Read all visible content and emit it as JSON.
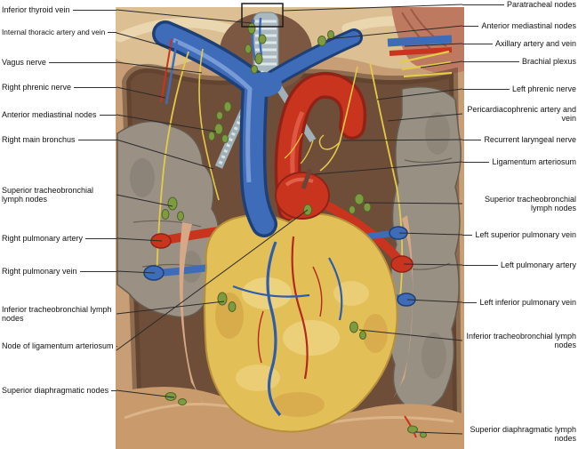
{
  "labels": {
    "left": [
      "Inferior thyroid vein",
      "Internal thoracic artery and vein",
      "Vagus nerve",
      "Right phrenic nerve",
      "Anterior mediastinal nodes",
      "Right main bronchus",
      "Superior tracheobronchial lymph nodes",
      "Right pulmonary artery",
      "Right pulmonary vein",
      "Inferior tracheobronchial lymph nodes",
      "Node of ligamentum arteriosum",
      "Superior diaphragmatic nodes"
    ],
    "right": [
      "Paratracheal nodes",
      "Anterior mediastinal nodes",
      "Axillary artery and vein",
      "Brachial plexus",
      "Left phrenic nerve",
      "Pericardiacophrenic artery and vein",
      "Recurrent laryngeal nerve",
      "Ligamentum arteriosum",
      "Superior tracheobronchial lymph nodes",
      "Left superior pulmonary vein",
      "Left pulmonary artery",
      "Left inferior pulmonary vein",
      "Inferior tracheobronchial lymph nodes",
      "Superior diaphragmatic lymph nodes"
    ]
  },
  "colors": {
    "artery_red": "#c9341f",
    "vein_blue": "#3f6cb8",
    "lymph_node_green": "#7e9b41",
    "nerve_yellow": "#e3cb4a",
    "heart_fat_yellow": "#e3bf58",
    "lung_gray": "#9a9184",
    "tissue_brown": "#6f4e39",
    "flesh_tan": "#c79e75"
  }
}
